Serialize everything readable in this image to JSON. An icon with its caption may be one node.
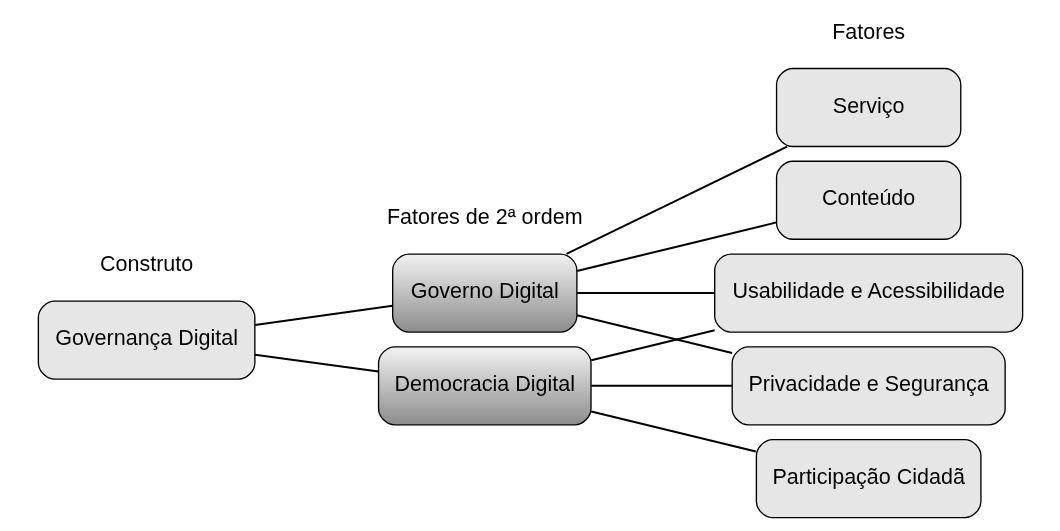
{
  "diagram": {
    "nodes": [
      {
        "text": [
          "Governança Digital"
        ]
      },
      {
        "text": [
          "Governo Digital"
        ]
      },
      {
        "text": [
          "Democracia Digital"
        ]
      },
      {
        "text": [
          "Conteúdo"
        ]
      },
      {
        "text": [
          "Serviço"
        ]
      },
      {
        "text": [
          "Privacidade e Segurança"
        ]
      },
      {
        "text": [
          "Usabilidade e Acessibilidade"
        ]
      },
      {
        "text": [
          "Participação Cidadã"
        ]
      }
    ],
    "edges": [
      {
        "from": 0,
        "to": 1,
        "arrow": "none"
      },
      {
        "from": 0,
        "to": 2,
        "arrow": "none"
      },
      {
        "from": 1,
        "to": 3,
        "arrow": "none"
      },
      {
        "from": 1,
        "to": 4,
        "arrow": "none"
      },
      {
        "from": 1,
        "to": 5,
        "arrow": "none"
      },
      {
        "from": 1,
        "to": 6,
        "arrow": "none"
      },
      {
        "from": 2,
        "to": 5,
        "arrow": "none"
      },
      {
        "from": 2,
        "to": 6,
        "arrow": "none"
      },
      {
        "from": 2,
        "to": 7,
        "arrow": "none"
      }
    ],
    "labels": [
      "Fatores",
      "Fatores de 2ª ordem",
      "Construto"
    ]
  }
}
